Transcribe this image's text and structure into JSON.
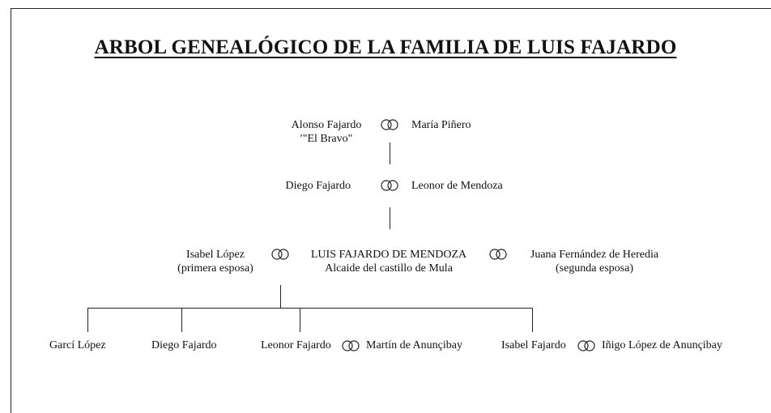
{
  "title": "ARBOL GENEALÓGICO DE LA FAMILIA DE LUIS FAJARDO",
  "symbols": {
    "marriage": "wedding-rings-icon"
  },
  "gen1": {
    "husband_line1": "Alonso Fajardo",
    "husband_line2": "′\"El Bravo\"",
    "wife": "María Piñero"
  },
  "gen2": {
    "husband": "Diego Fajardo",
    "wife": "Leonor de Mendoza"
  },
  "gen3": {
    "first_wife_line1": "Isabel López",
    "first_wife_line2": "(primera esposa)",
    "main_line1": "LUIS FAJARDO DE MENDOZA",
    "main_line2": "Alcaide del castillo de Mula",
    "second_wife_line1": "Juana Fernández de Heredia",
    "second_wife_line2": "(segunda esposa)"
  },
  "gen4": {
    "child1": "Garcí López",
    "child2": "Diego Fajardo",
    "child3": "Leonor Fajardo",
    "child3_spouse": "Martín de Anunçibay",
    "child4": "Isabel Fajardo",
    "child4_spouse": "Iñigo López de Anunçibay"
  }
}
